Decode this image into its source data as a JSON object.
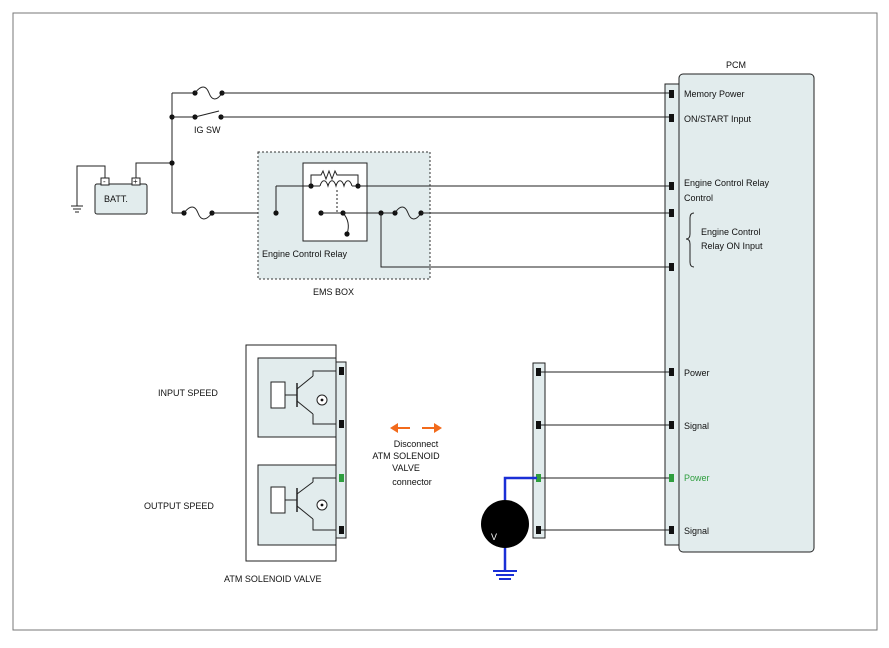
{
  "labels": {
    "pcm": "PCM",
    "memory_power": "Memory Power",
    "on_start_input": "ON/START Input",
    "ecr_control_1": "Engine Control Relay",
    "ecr_control_2": "Control",
    "ecr_on_1": "Engine Control",
    "ecr_on_2": "Relay ON Input",
    "pcm_power_1": "Power",
    "pcm_signal_1": "Signal",
    "pcm_power_2": "Power",
    "pcm_signal_2": "Signal",
    "ig_sw": "IG SW",
    "batt": "BATT.",
    "batt_minus": "-",
    "batt_plus": "+",
    "engine_control_relay": "Engine Control Relay",
    "ems_box": "EMS BOX",
    "input_speed": "INPUT SPEED",
    "output_speed": "OUTPUT SPEED",
    "atm_solenoid_valve": "ATM SOLENOID VALVE",
    "disconnect_1": "Disconnect",
    "disconnect_2": "ATM SOLENOID",
    "disconnect_3": "VALVE",
    "disconnect_4": "connector",
    "voltmeter": "V"
  },
  "colors": {
    "probe_wire": "#1a2fd6",
    "highlight_pin": "#2e9e3e",
    "highlight_text": "#2e9e3e",
    "arrow": "#f26a1b",
    "connector_fill": "#e2eced",
    "meter_fill": "#000000"
  }
}
